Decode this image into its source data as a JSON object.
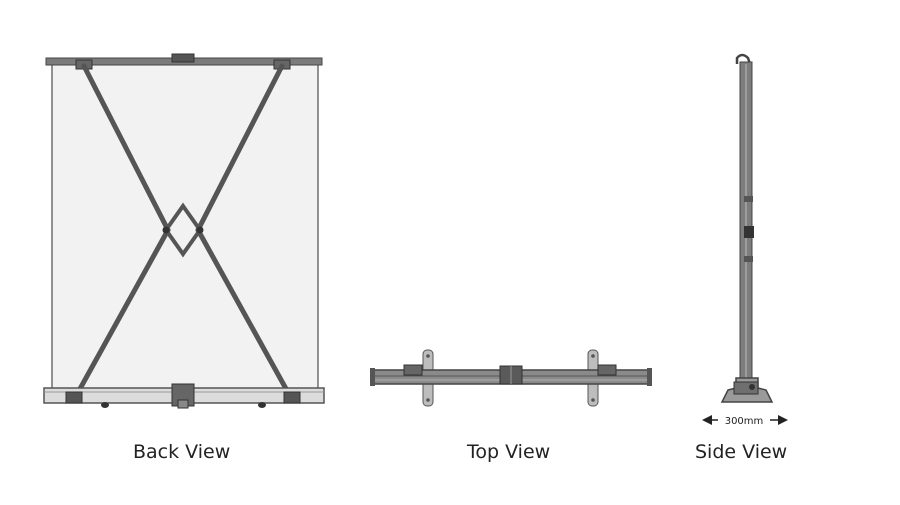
{
  "views": {
    "back": {
      "label": "Back View"
    },
    "top": {
      "label": "Top View"
    },
    "side": {
      "label": "Side View",
      "dimension_label": "300mm"
    }
  },
  "colors": {
    "background": "#ffffff",
    "frame": "#555555",
    "frame_fill": "#7b7b7b",
    "screen_fill": "#f2f2f2",
    "base_fill": "#dcdcdc",
    "label": "#222222"
  }
}
